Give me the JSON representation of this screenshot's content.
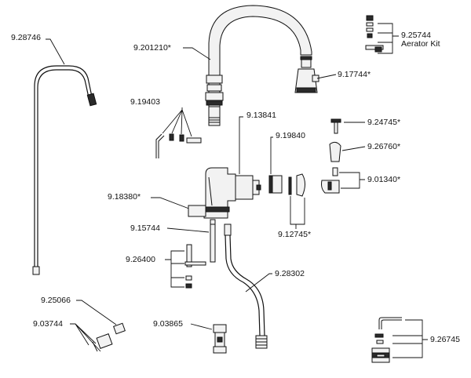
{
  "labels": {
    "p_9_28746": "9.28746",
    "p_9_201210": "9.201210*",
    "p_9_25744": "9.25744",
    "p_9_25744_sub": "Aerator Kit",
    "p_9_17744": "9.17744*",
    "p_9_19403": "9.19403",
    "p_9_13841": "9.13841",
    "p_9_24745": "9.24745*",
    "p_9_19840": "9.19840",
    "p_9_26760": "9.26760*",
    "p_9_01340": "9.01340*",
    "p_9_18380": "9.18380*",
    "p_9_12745": "9.12745*",
    "p_9_15744": "9.15744",
    "p_9_26400": "9.26400",
    "p_9_28302": "9.28302",
    "p_9_25066": "9.25066",
    "p_9_03744": "9.03744",
    "p_9_03865": "9.03865",
    "p_9_26745": "9.26745"
  },
  "colors": {
    "ink": "#111111",
    "part_fill": "#f2f2f2",
    "dark_fill": "#2a2a2a",
    "background": "#ffffff"
  }
}
